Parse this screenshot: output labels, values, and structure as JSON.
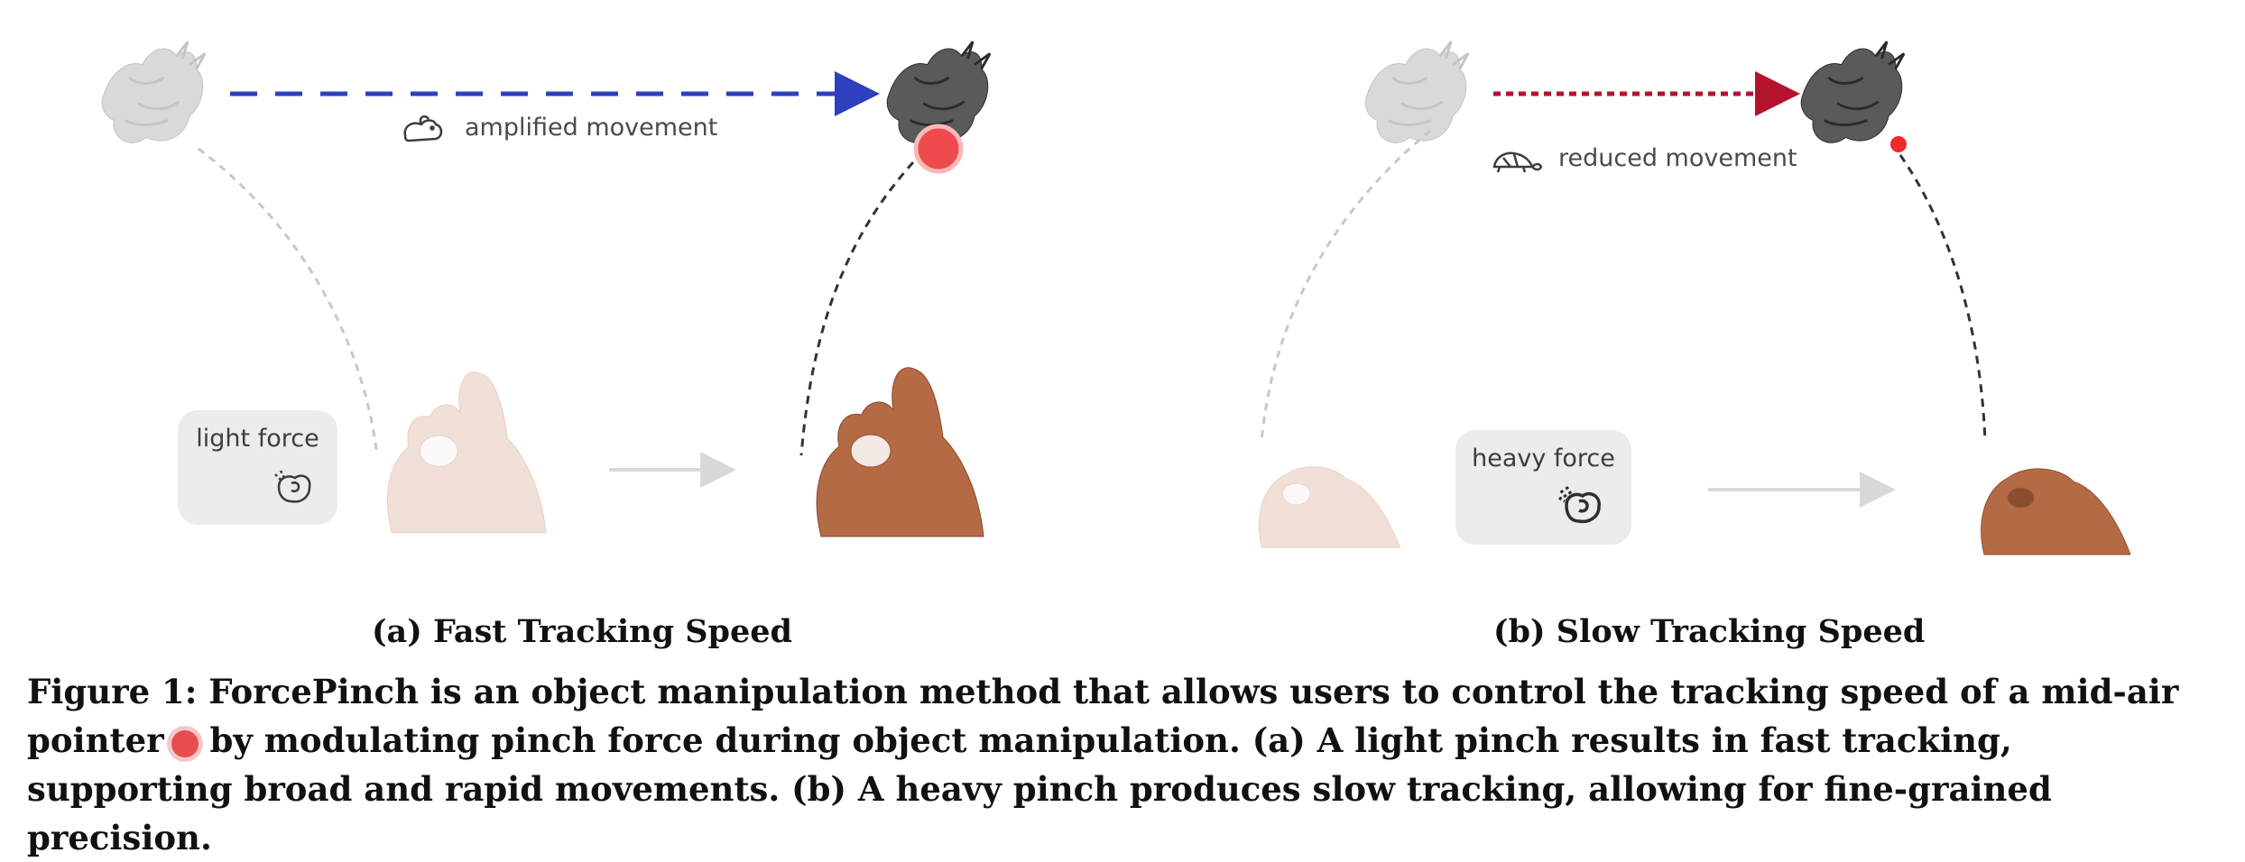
{
  "panel_a": {
    "movement_label": "amplified movement",
    "force_label": "light force",
    "subcaption": "(a) Fast Tracking Speed",
    "arrow_color": "#2e3fbf",
    "pointer_color": "#ef4b4f"
  },
  "panel_b": {
    "movement_label": "reduced movement",
    "force_label": "heavy force",
    "subcaption": "(b) Slow Tracking Speed",
    "arrow_color": "#b5122e",
    "pointer_color": "#ef2a2a"
  },
  "caption": {
    "line1": "Figure 1: ForcePinch is an object manipulation method that allows users to control the tracking speed of a mid-air pointer",
    "rest": "by modulating pinch force during object manipulation. (a) A light pinch results in fast tracking, supporting broad and rapid movements. (b) A heavy pinch produces slow tracking, allowing for fine-grained precision."
  }
}
